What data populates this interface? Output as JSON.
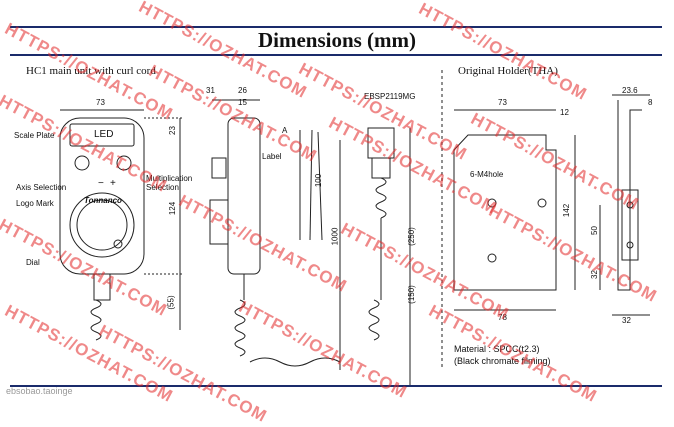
{
  "title": "Dimensions (mm)",
  "sections": {
    "main_unit": "HC1 main unit with curl cord",
    "holder": "Original Holder(THA)"
  },
  "labels": {
    "scale_plate": "Scale Plate",
    "led": "LED",
    "axis_selection": "Axis Selection",
    "multiplication_selection": "Multiplication\nSelection",
    "logo_mark": "Logo Mark",
    "dial": "Dial",
    "label": "Label",
    "connector": "EBSP2119MG",
    "hole": "6-M4hole",
    "material": "Material : SPCC(t2.3)",
    "finish": "(Black chromate filming)",
    "knob_minus": "−",
    "knob_plus": "+",
    "brand": "Tonnanco"
  },
  "dimensions": {
    "front_width": "73",
    "scale_height": "23",
    "body_height": "124",
    "cord_len": "(55)",
    "side_31": "31",
    "side_26": "26",
    "side_15": "15",
    "marker_a": "A",
    "lead_100": "100",
    "lead_1000": "1000",
    "conn_250": "(250)",
    "conn_150": "(150)",
    "holder_width": "73",
    "holder_12": "12",
    "holder_142": "142",
    "holder_78": "78",
    "side_23_6": "23.6",
    "side_8": "8",
    "side_50": "50",
    "side_32a": "32",
    "side_32b": "32"
  },
  "watermark": "HTTPS://OZHAT.COM",
  "footer": "ebsobao.taoinge"
}
